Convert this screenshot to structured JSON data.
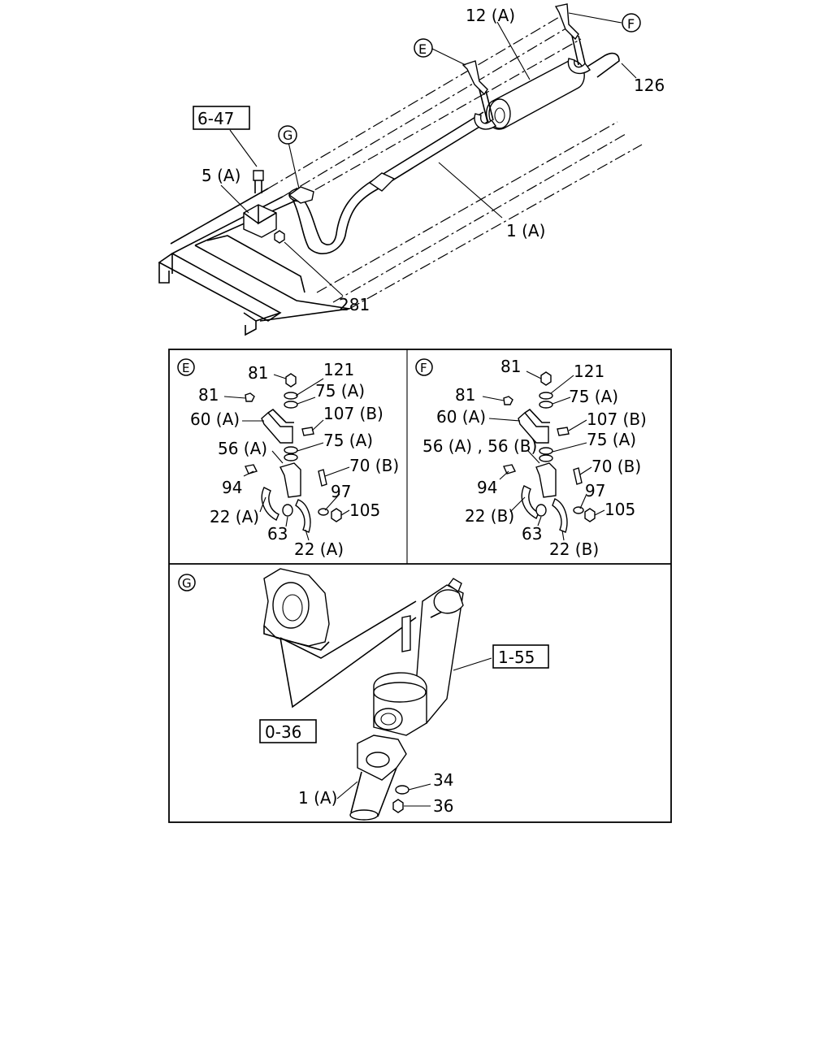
{
  "main_view": {
    "refs": {
      "r647": "6-47"
    },
    "markers": {
      "e": "E",
      "f": "F",
      "g": "G"
    },
    "labels": {
      "l12a": "12 (A)",
      "l126": "126",
      "l5a": "5 (A)",
      "l1a": "1 (A)",
      "l281": "281"
    }
  },
  "detail_e": {
    "marker": "E",
    "labels": {
      "l81a": "81",
      "l121": "121",
      "l81b": "81",
      "l75a1": "75 (A)",
      "l60a": "60 (A)",
      "l107b": "107 (B)",
      "l56a": "56 (A)",
      "l75a2": "75 (A)",
      "l70b": "70 (B)",
      "l94": "94",
      "l97": "97",
      "l22a1": "22 (A)",
      "l105": "105",
      "l63": "63",
      "l22a2": "22 (A)"
    }
  },
  "detail_f": {
    "marker": "F",
    "labels": {
      "l81a": "81",
      "l121": "121",
      "l81b": "81",
      "l75a1": "75 (A)",
      "l60a": "60 (A)",
      "l107b": "107 (B)",
      "l56ab": "56 (A) , 56 (B)",
      "l75a2": "75 (A)",
      "l70b": "70 (B)",
      "l94": "94",
      "l97": "97",
      "l22b1": "22 (B)",
      "l105": "105",
      "l63": "63",
      "l22b2": "22 (B)"
    }
  },
  "detail_g": {
    "marker": "G",
    "refs": {
      "r155": "1-55",
      "r036": "0-36"
    },
    "labels": {
      "l1a": "1 (A)",
      "l34": "34",
      "l36": "36"
    }
  }
}
